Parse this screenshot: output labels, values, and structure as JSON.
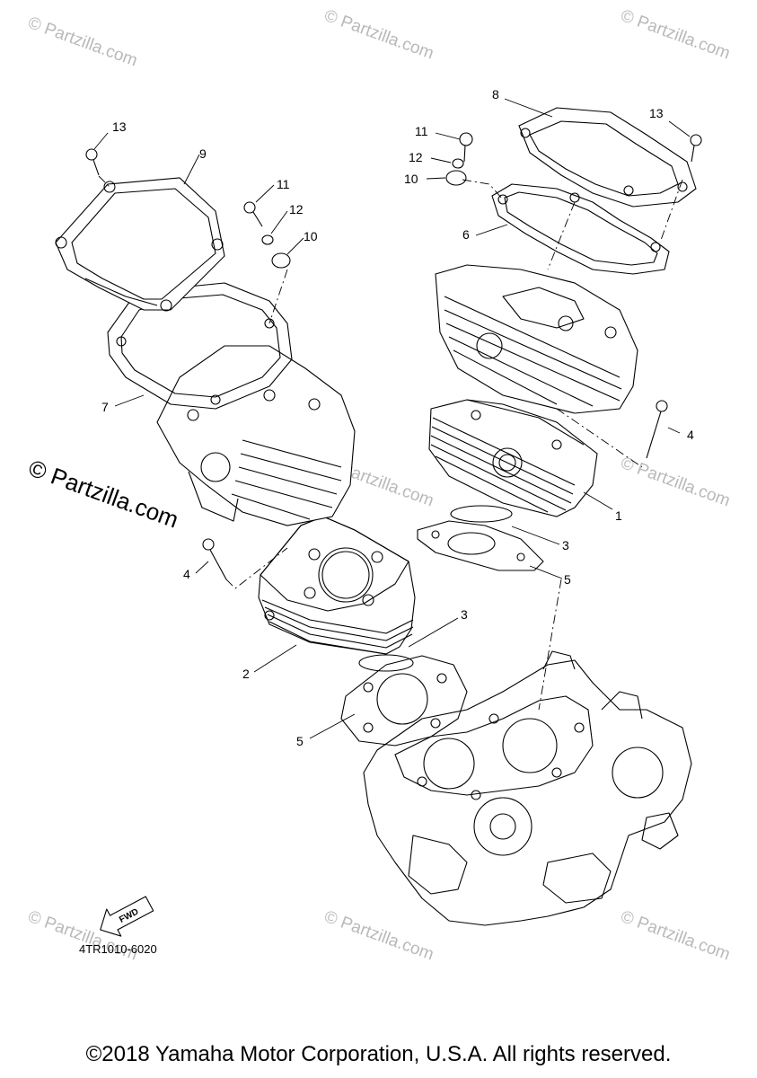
{
  "diagram_code": "4TR1010-6020",
  "copyright": "©2018 Yamaha Motor Corporation, U.S.A. All rights reserved.",
  "watermark_text": "© Partzilla.com",
  "fwd_label": "FWD",
  "callouts": {
    "c1": "1",
    "c2": "2",
    "c3a": "3",
    "c3b": "3",
    "c4a": "4",
    "c4b": "4",
    "c5a": "5",
    "c5b": "5",
    "c6": "6",
    "c7": "7",
    "c8": "8",
    "c9": "9",
    "c10a": "10",
    "c10b": "10",
    "c11a": "11",
    "c11b": "11",
    "c12a": "12",
    "c12b": "12",
    "c13a": "13",
    "c13b": "13"
  }
}
